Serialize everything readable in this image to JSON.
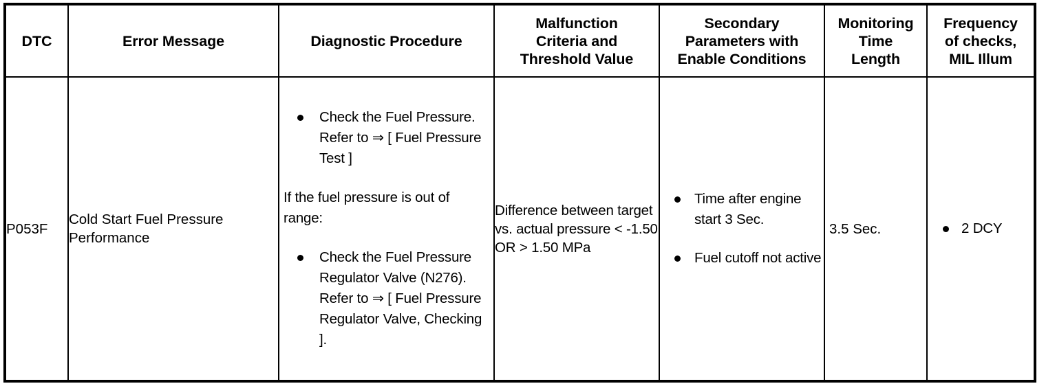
{
  "table": {
    "headers": [
      {
        "id": "dtc",
        "lines": [
          "DTC"
        ]
      },
      {
        "id": "error",
        "lines": [
          "Error Message"
        ]
      },
      {
        "id": "diag",
        "lines": [
          "Diagnostic Procedure"
        ]
      },
      {
        "id": "malfunction",
        "lines": [
          "Malfunction",
          "Criteria and",
          "Threshold Value"
        ]
      },
      {
        "id": "secondary",
        "lines": [
          "Secondary",
          "Parameters with",
          "Enable Conditions"
        ]
      },
      {
        "id": "monitoring",
        "lines": [
          "Monitoring",
          "Time",
          "Length"
        ]
      },
      {
        "id": "frequency",
        "lines": [
          "Frequency",
          "of checks,",
          "MIL Illum"
        ]
      }
    ],
    "rows": [
      {
        "dtc": "P053F",
        "error_message": "Cold Start Fuel Pressure Performance",
        "diagnostic_procedure": {
          "bullets_top": [
            "Check the Fuel Pressure. Refer to ⇒ [ Fuel Pressure Test ]"
          ],
          "paragraph": "If the fuel pressure is out of range:",
          "bullets_bottom": [
            "Check the Fuel Pressure Regulator Valve (N276). Refer to ⇒ [ Fuel Pressure Regulator Valve, Checking ]."
          ]
        },
        "malfunction_criteria": "Difference between target vs. actual pressure < -1.50 OR > 1.50 MPa",
        "secondary_parameters": [
          "Time after engine start 3 Sec.",
          "Fuel cutoff not active"
        ],
        "monitoring_time_length": "3.5 Sec.",
        "frequency_of_checks": [
          "2 DCY"
        ]
      }
    ]
  },
  "style": {
    "border_color": "#000000",
    "text_color": "#000000",
    "background": "#ffffff"
  }
}
